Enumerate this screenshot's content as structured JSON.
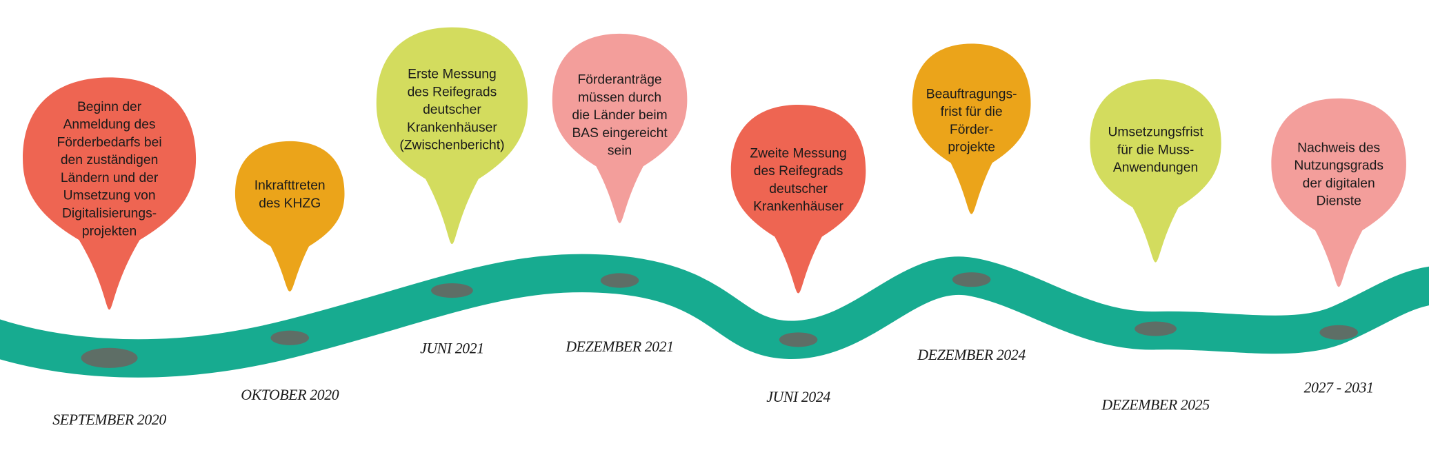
{
  "colors": {
    "red": "#ee6552",
    "orange": "#eba41a",
    "lime": "#d3dc5e",
    "pink": "#f39e9b",
    "ribbon": "#17ab90",
    "marker": "#5e6e66"
  },
  "milestones": [
    {
      "date": "SEPTEMBER 2020",
      "color": "red",
      "lines": [
        "Beginn der",
        "Anmeldung des",
        "Förderbedarfs bei",
        "den zuständigen",
        "Ländern und der",
        "Umsetzung von",
        "Digitalisierungs-",
        "projekten"
      ]
    },
    {
      "date": "OKTOBER 2020",
      "color": "orange",
      "lines": [
        "Inkrafttreten",
        "des KHZG"
      ]
    },
    {
      "date": "JUNI 2021",
      "color": "lime",
      "lines": [
        "Erste Messung",
        "des Reifegrads",
        "deutscher",
        "Krankenhäuser",
        "(Zwischenbericht)"
      ]
    },
    {
      "date": "DEZEMBER 2021",
      "color": "pink",
      "lines": [
        "Förderanträge",
        "müssen durch",
        "die Länder beim",
        "BAS eingereicht",
        "sein"
      ]
    },
    {
      "date": "JUNI 2024",
      "color": "red",
      "lines": [
        "Zweite Messung",
        "des Reifegrads",
        "deutscher",
        "Krankenhäuser"
      ]
    },
    {
      "date": "DEZEMBER 2024",
      "color": "orange",
      "lines": [
        "Beauftragungs-",
        "frist für die",
        "Förder-",
        "projekte"
      ]
    },
    {
      "date": "DEZEMBER 2025",
      "color": "lime",
      "lines": [
        "Umsetzungsfrist",
        "für die Muss-",
        "Anwendungen"
      ]
    },
    {
      "date": "2027 - 2031",
      "color": "pink",
      "lines": [
        "Nachweis des",
        "Nutzungsgrads",
        "der digitalen",
        "Dienste"
      ]
    }
  ]
}
